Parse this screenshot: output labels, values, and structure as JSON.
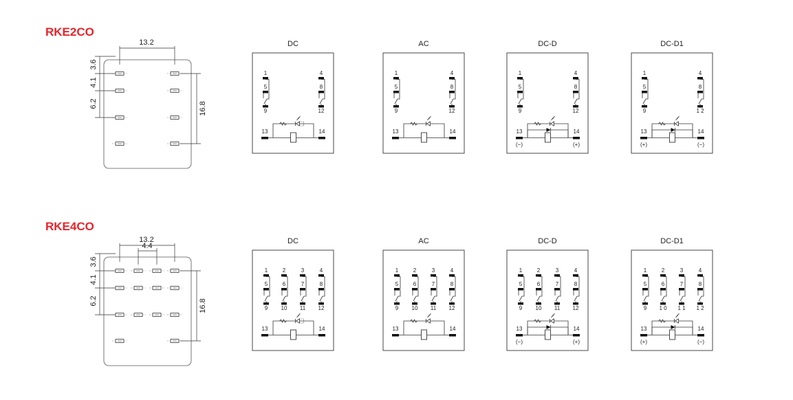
{
  "sections": [
    {
      "model": "RKE2CO",
      "dims": {
        "width": "13.2",
        "pitch": "",
        "d1": "3.6",
        "d2": "4.1",
        "d3": "6.2",
        "height": "16.8"
      },
      "cols": 2,
      "diagrams": [
        {
          "label": "DC",
          "type": "dc",
          "cols": [
            {
              "top": "1",
              "mid": "5",
              "bot": "9"
            },
            {
              "top": "4",
              "mid": "8",
              "bot": "12"
            }
          ],
          "left": "13",
          "right": "14",
          "left_pol": "",
          "right_pol": ""
        },
        {
          "label": "AC",
          "type": "ac",
          "cols": [
            {
              "top": "1",
              "mid": "5",
              "bot": "9"
            },
            {
              "top": "4",
              "mid": "8",
              "bot": "12"
            }
          ],
          "left": "13",
          "right": "14",
          "left_pol": "",
          "right_pol": ""
        },
        {
          "label": "DC-D",
          "type": "dcd",
          "cols": [
            {
              "top": "1",
              "mid": "5",
              "bot": "9"
            },
            {
              "top": "4",
              "mid": "8",
              "bot": "12"
            }
          ],
          "left": "13",
          "right": "14",
          "left_pol": "(−)",
          "right_pol": "(+)"
        },
        {
          "label": "DC-D1",
          "type": "dcd1",
          "cols": [
            {
              "top": "1",
              "mid": "5",
              "bot": "9"
            },
            {
              "top": "4",
              "mid": "8",
              "bot": "1 2"
            }
          ],
          "left": "13",
          "right": "14",
          "left_pol": "(+)",
          "right_pol": "(−)"
        }
      ]
    },
    {
      "model": "RKE4CO",
      "dims": {
        "width": "13.2",
        "pitch": "4.4",
        "d1": "3.6",
        "d2": "4.1",
        "d3": "6.2",
        "height": "16.8"
      },
      "cols": 4,
      "diagrams": [
        {
          "label": "DC",
          "type": "dc",
          "cols": [
            {
              "top": "1",
              "mid": "5",
              "bot": "9"
            },
            {
              "top": "2",
              "mid": "6",
              "bot": "10"
            },
            {
              "top": "3",
              "mid": "7",
              "bot": "11"
            },
            {
              "top": "4",
              "mid": "8",
              "bot": "12"
            }
          ],
          "left": "13",
          "right": "14",
          "left_pol": "",
          "right_pol": ""
        },
        {
          "label": "AC",
          "type": "ac",
          "cols": [
            {
              "top": "1",
              "mid": "5",
              "bot": "9"
            },
            {
              "top": "2",
              "mid": "6",
              "bot": "10"
            },
            {
              "top": "3",
              "mid": "7",
              "bot": "11"
            },
            {
              "top": "4",
              "mid": "8",
              "bot": "12"
            }
          ],
          "left": "13",
          "right": "14",
          "left_pol": "",
          "right_pol": ""
        },
        {
          "label": "DC-D",
          "type": "dcd",
          "cols": [
            {
              "top": "1",
              "mid": "5",
              "bot": "9"
            },
            {
              "top": "2",
              "mid": "6",
              "bot": "10"
            },
            {
              "top": "3",
              "mid": "7",
              "bot": "11"
            },
            {
              "top": "4",
              "mid": "8",
              "bot": "12"
            }
          ],
          "left": "13",
          "right": "14",
          "left_pol": "(−)",
          "right_pol": "(+)"
        },
        {
          "label": "DC-D1",
          "type": "dcd1",
          "cols": [
            {
              "top": "1",
              "mid": "5",
              "bot": "9"
            },
            {
              "top": "2",
              "mid": "6",
              "bot": "1 0"
            },
            {
              "top": "3",
              "mid": "7",
              "bot": "1 1"
            },
            {
              "top": "4",
              "mid": "8",
              "bot": "1 2"
            }
          ],
          "left": "13",
          "right": "14",
          "left_pol": "(+)",
          "right_pol": "(−)"
        }
      ]
    }
  ]
}
